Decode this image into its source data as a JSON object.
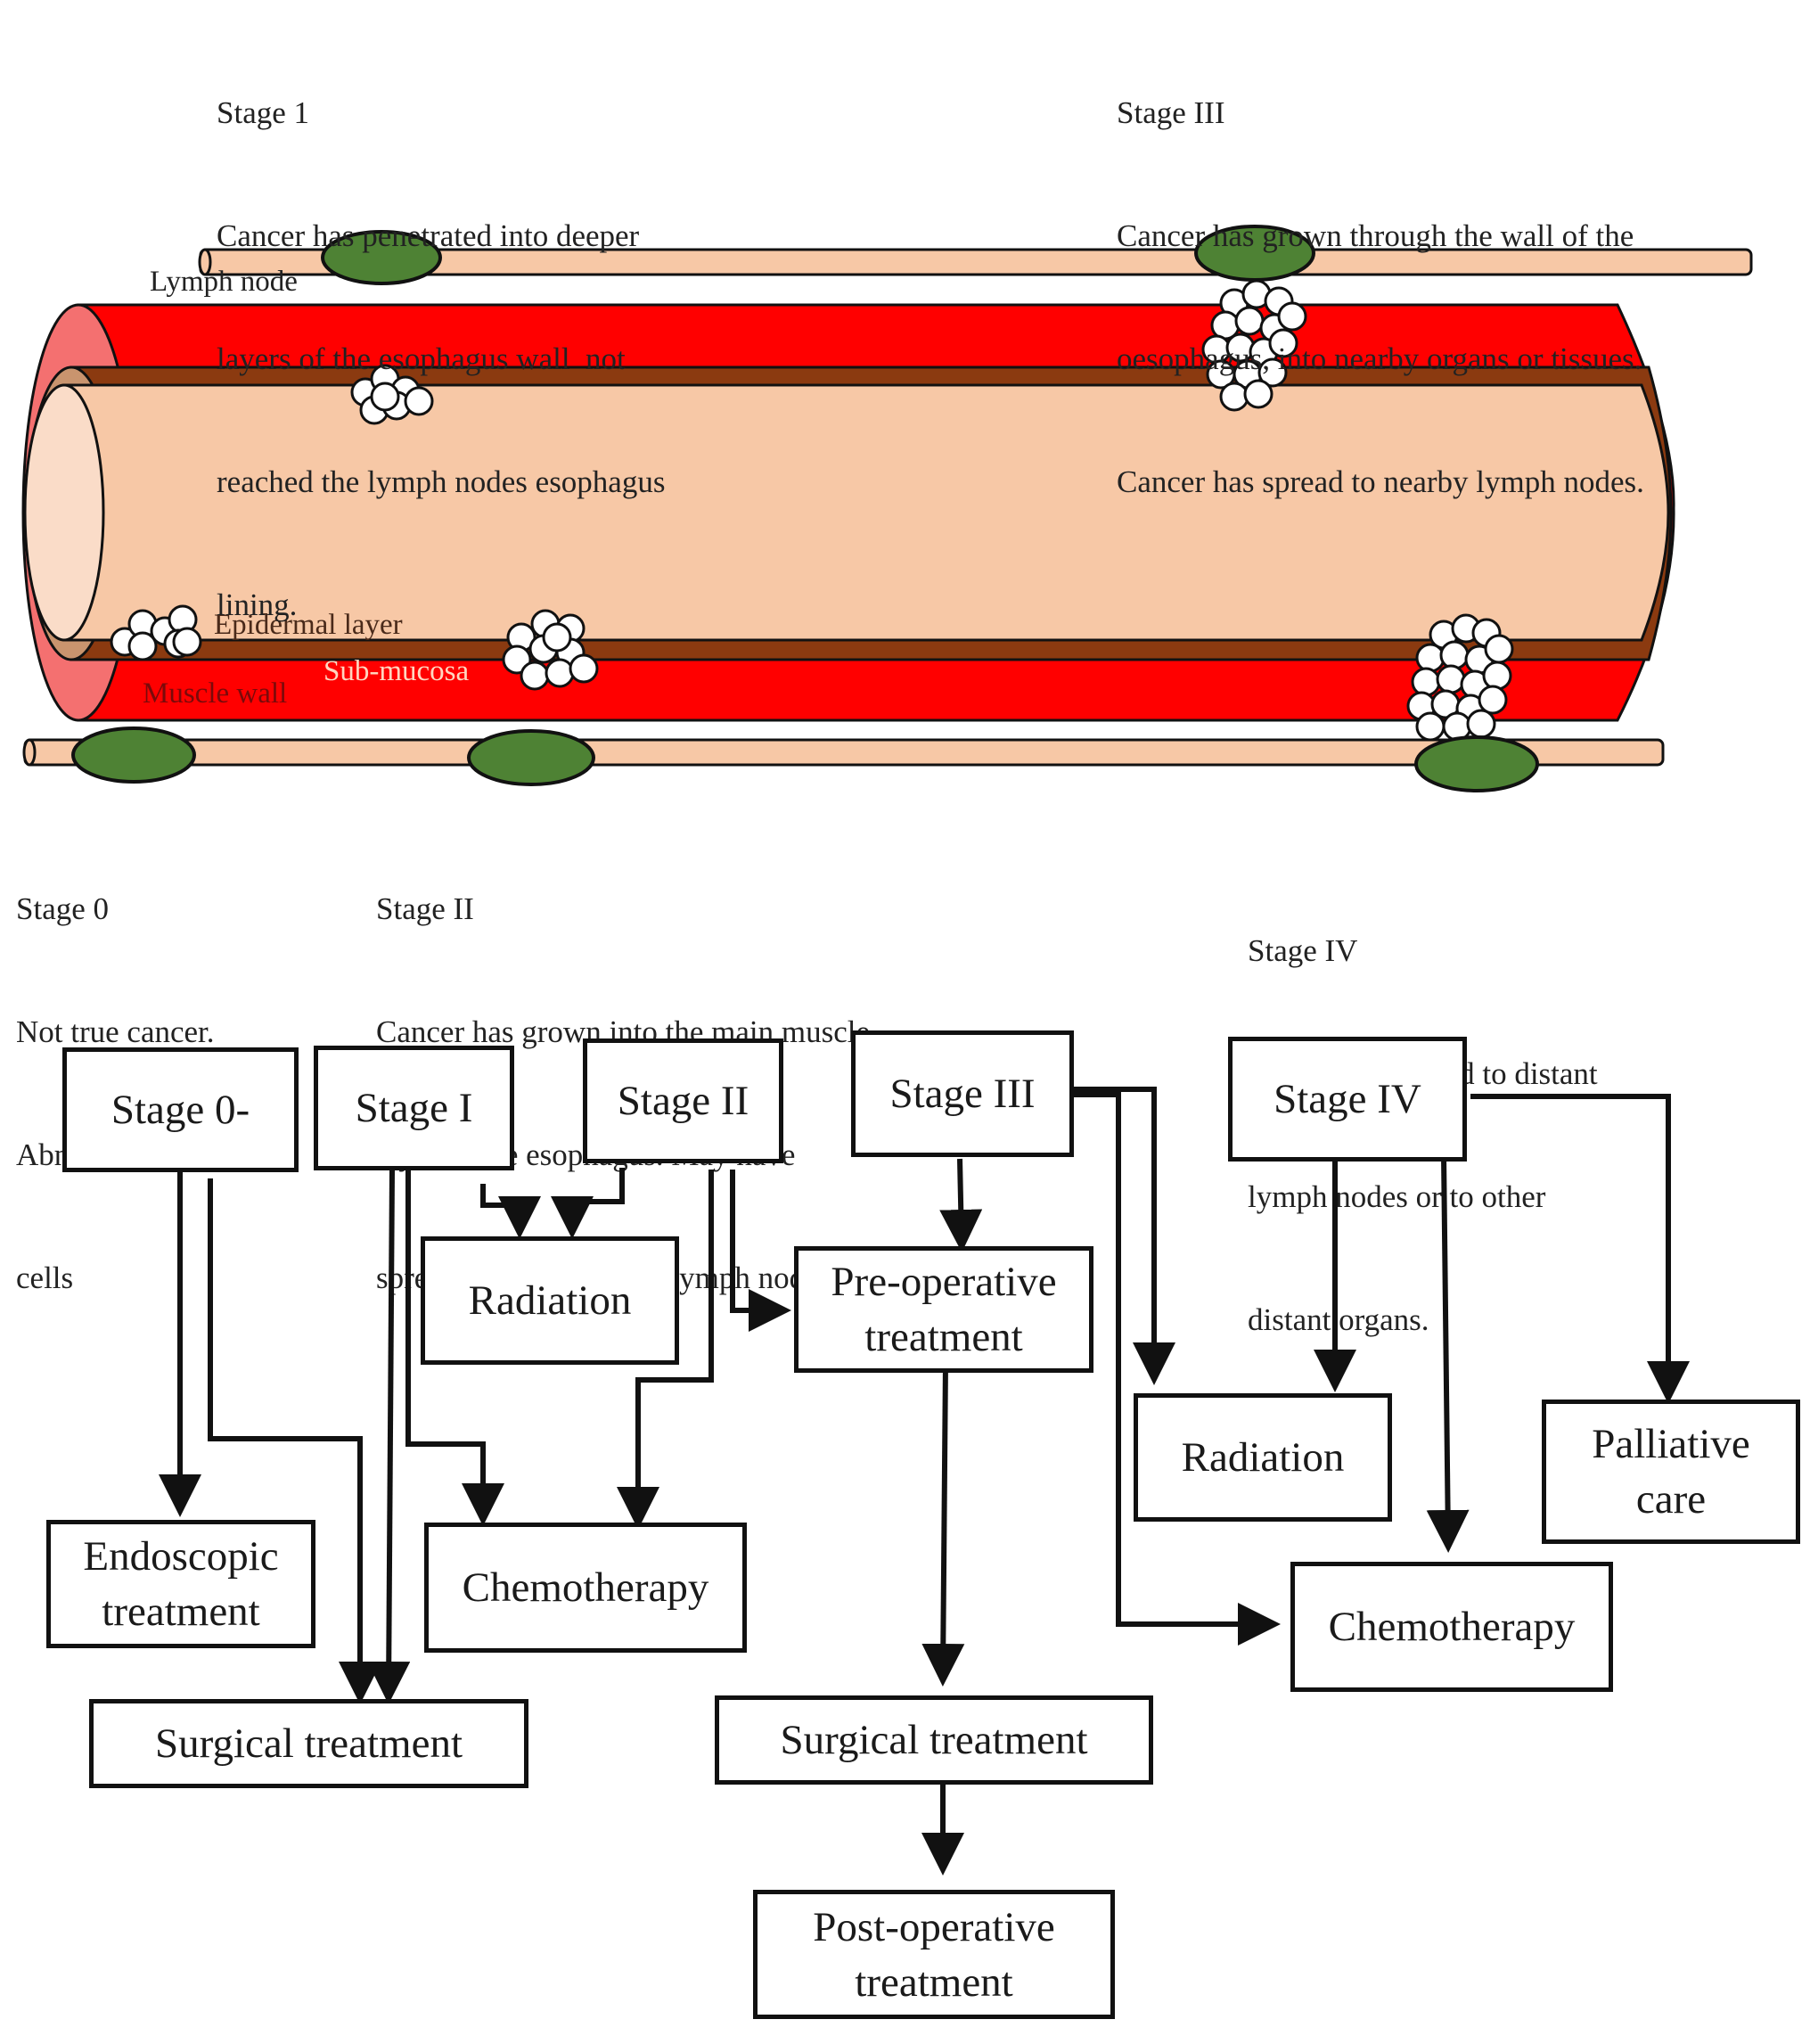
{
  "colors": {
    "muscle_wall": "#ff0000",
    "muscle_wall_end": "#f47070",
    "sub_mucosa": "#8b3a10",
    "epidermal": "#f7c8a6",
    "lumen": "#fadcc8",
    "lymph_vessel": "#f7c8a6",
    "lymph_node": "#4e8234",
    "tumor_cell": "#ffffff",
    "outline": "#111111"
  },
  "stage_descriptions": {
    "stage0": {
      "title": "Stage 0",
      "lines": [
        "Not true cancer.",
        "Abnormal pre-cancer",
        "cells"
      ]
    },
    "stage1": {
      "title": "Stage 1",
      "lines": [
        "Cancer has penetrated into deeper",
        "layers of the esophagus wall  not",
        "reached the lymph nodes esophagus",
        "lining."
      ]
    },
    "stage2": {
      "title": "Stage II",
      "lines": [
        "Cancer has grown into the main muscle",
        "layer of the esophagus. May have",
        "spread to 1 or 2 nearby lymph nodes."
      ]
    },
    "stage3": {
      "title": "Stage III",
      "lines": [
        "Cancer has grown through the wall of the",
        "oesophagus, into nearby organs or tissues.",
        "Cancer has spread to nearby lymph nodes."
      ]
    },
    "stage4": {
      "title": "Stage IV",
      "lines": [
        "Cancer has spread to distant",
        "lymph nodes or to other",
        "distant organs."
      ]
    }
  },
  "anatomy_labels": {
    "lymph_node": "Lymph node",
    "epidermal_layer": "Epidermal layer",
    "sub_mucosa": "Sub-mucosa",
    "muscle_wall": "Muscle wall"
  },
  "flowchart": {
    "stages": {
      "stage0": "Stage 0-",
      "stage1": "Stage I",
      "stage2": "Stage II",
      "stage3": "Stage III",
      "stage4": "Stage IV"
    },
    "treatments": {
      "endoscopic": [
        "Endoscopic",
        "treatment"
      ],
      "surgical_left": [
        "Surgical  treatment"
      ],
      "radiation_left": [
        "Radiation"
      ],
      "chemo_left": [
        "Chemotherapy"
      ],
      "preop": [
        "Pre-operative",
        "treatment"
      ],
      "surgical_mid": [
        "Surgical  treatment"
      ],
      "postop": [
        "Post-operative",
        "treatment"
      ],
      "radiation_right": [
        "Radiation"
      ],
      "chemo_right": [
        "Chemotherapy"
      ],
      "palliative": [
        "Palliative",
        "care"
      ]
    },
    "edges": [
      {
        "from": "Stage 0-",
        "to": "Endoscopic treatment"
      },
      {
        "from": "Stage 0-",
        "to": "Surgical treatment"
      },
      {
        "from": "Stage I",
        "to": "Surgical treatment"
      },
      {
        "from": "Stage I",
        "to": "Chemotherapy"
      },
      {
        "from": "Stage I",
        "to": "Radiation"
      },
      {
        "from": "Stage II",
        "to": "Radiation"
      },
      {
        "from": "Stage II",
        "to": "Chemotherapy"
      },
      {
        "from": "Stage II",
        "to": "Pre-operative treatment"
      },
      {
        "from": "Stage III",
        "to": "Pre-operative treatment"
      },
      {
        "from": "Stage III",
        "to": "Radiation"
      },
      {
        "from": "Stage III",
        "to": "Chemotherapy"
      },
      {
        "from": "Pre-operative treatment",
        "to": "Surgical treatment"
      },
      {
        "from": "Surgical treatment",
        "to": "Post-operative treatment"
      },
      {
        "from": "Stage IV",
        "to": "Radiation"
      },
      {
        "from": "Stage IV",
        "to": "Chemotherapy"
      },
      {
        "from": "Stage IV",
        "to": "Palliative care"
      }
    ]
  }
}
